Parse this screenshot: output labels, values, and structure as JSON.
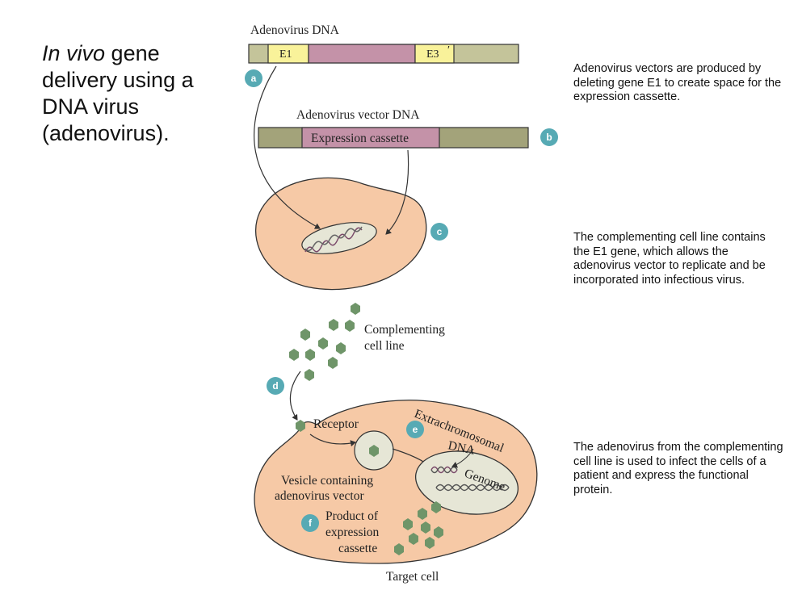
{
  "slide": {
    "title_italic": "In vivo",
    "title_rest": " gene delivery using a DNA virus (adenovirus)."
  },
  "notes": [
    "Adenovirus vectors are produced by deleting gene  E1 to create space for the expression cassette.",
    "The complementing cell line contains the  E1 gene,  which allows the adenovirus vector to replicate and be incorporated into infectious virus.",
    "The adenovirus from the complementing cell line is used to infect the cells of a patient and express the functional protein."
  ],
  "figure": {
    "adenovirus_dna_label": "Adenovirus DNA",
    "gene_e1": "E1",
    "gene_e3": "E3",
    "gene_e3_mark": "′",
    "vector_dna_label": "Adenovirus vector DNA",
    "expression_cassette": "Expression cassette",
    "complementing_line": [
      "Complementing",
      "cell line"
    ],
    "receptor": "Receptor",
    "extrachromosomal": "Extrachromosomal",
    "dna": "DNA",
    "genome": "Genome",
    "vesicle": [
      "Vesicle containing",
      "adenovirus vector"
    ],
    "product": [
      "Product of",
      "expression",
      "cassette"
    ],
    "target_cell": "Target cell",
    "steps": [
      "a",
      "b",
      "c",
      "d",
      "e",
      "f"
    ],
    "colors": {
      "cell_fill": "#f6c9a6",
      "dna_bar_green": "#c4c49a",
      "vector_bar_green": "#a3a37a",
      "cassette_pink": "#c492a8",
      "gene_yellow": "#f9f29a",
      "step_badge": "#57aab4",
      "virus_green": "#6f9569",
      "nucleus_fill": "#e6e6d6"
    }
  }
}
